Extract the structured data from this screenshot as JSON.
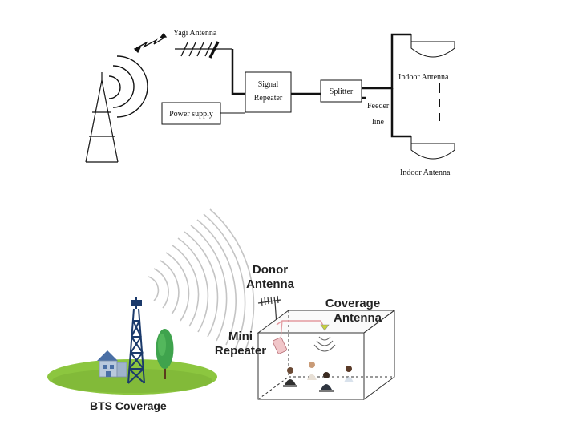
{
  "top_diagram": {
    "yagi_antenna": "Yagi Antenna",
    "signal_repeater_line1": "Signal",
    "signal_repeater_line2": "Repeater",
    "splitter": "Splitter",
    "power_supply": "Power supply",
    "feeder_line1": "Feeder",
    "feeder_line2": "line",
    "indoor_antenna_top": "Indoor Antenna",
    "indoor_antenna_bottom": "Indoor Antenna"
  },
  "bottom_diagram": {
    "donor_antenna_line1": "Donor",
    "donor_antenna_line2": "Antenna",
    "coverage_antenna_line1": "Coverage",
    "coverage_antenna_line2": "Antenna",
    "mini_repeater_line1": "Mini",
    "mini_repeater_line2": "Repeater",
    "bts_coverage": "BTS Coverage"
  },
  "colors": {
    "line": "#111111",
    "grass": "#8cc63f",
    "grass_dark": "#6aa32b",
    "tree": "#3fa34d",
    "tower": "#1b3a6b",
    "house_wall": "#b9c9dd",
    "house_roof": "#4a6fa5",
    "waves": "#bdbdbd",
    "box_edge": "#333333",
    "cable": "#e39aa0"
  }
}
